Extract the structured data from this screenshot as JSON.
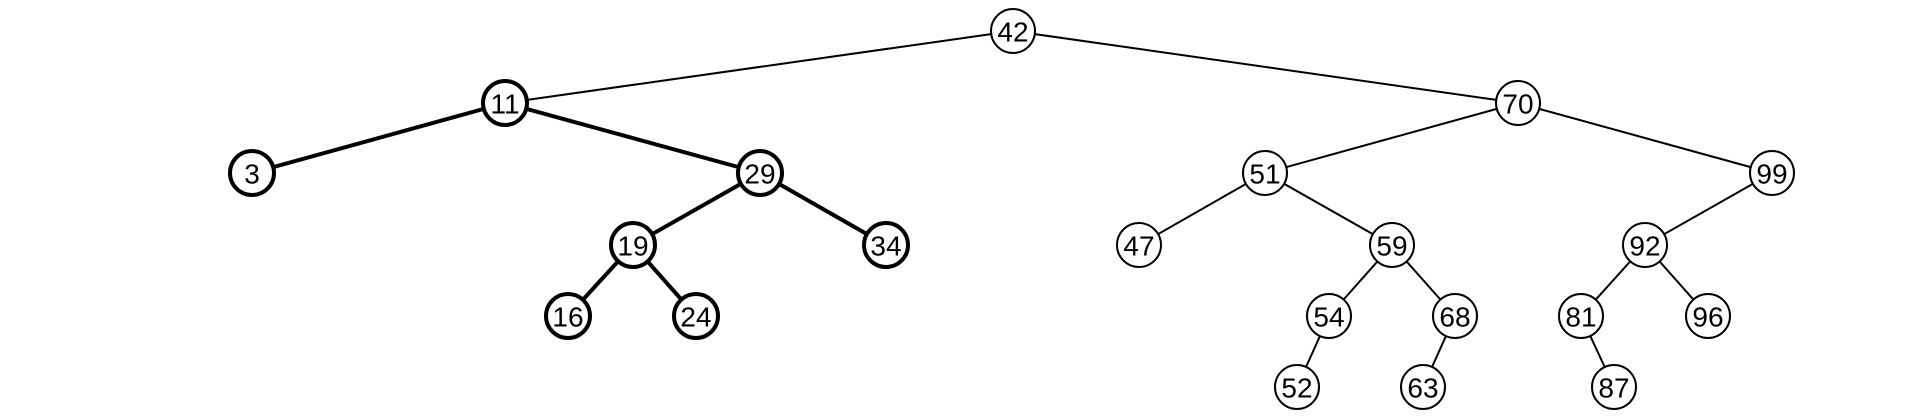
{
  "colors": {
    "default": "#000000",
    "highlight": "#1ec8f0",
    "background": "#ffffff"
  },
  "tree": {
    "root": "42",
    "highlighted_subtree_root": "11",
    "nodes": [
      {
        "id": "n42",
        "label": "42",
        "highlighted": false
      },
      {
        "id": "n11",
        "label": "11",
        "highlighted": true
      },
      {
        "id": "n70",
        "label": "70",
        "highlighted": false
      },
      {
        "id": "n3",
        "label": "3",
        "highlighted": true
      },
      {
        "id": "n29",
        "label": "29",
        "highlighted": true
      },
      {
        "id": "n19",
        "label": "19",
        "highlighted": true
      },
      {
        "id": "n34",
        "label": "34",
        "highlighted": true
      },
      {
        "id": "n16",
        "label": "16",
        "highlighted": true
      },
      {
        "id": "n24",
        "label": "24",
        "highlighted": true
      },
      {
        "id": "n51",
        "label": "51",
        "highlighted": false
      },
      {
        "id": "n99",
        "label": "99",
        "highlighted": false
      },
      {
        "id": "n47",
        "label": "47",
        "highlighted": false
      },
      {
        "id": "n59",
        "label": "59",
        "highlighted": false
      },
      {
        "id": "n92",
        "label": "92",
        "highlighted": false
      },
      {
        "id": "n54",
        "label": "54",
        "highlighted": false
      },
      {
        "id": "n68",
        "label": "68",
        "highlighted": false
      },
      {
        "id": "n81",
        "label": "81",
        "highlighted": false
      },
      {
        "id": "n96",
        "label": "96",
        "highlighted": false
      },
      {
        "id": "n52",
        "label": "52",
        "highlighted": false
      },
      {
        "id": "n63",
        "label": "63",
        "highlighted": false
      },
      {
        "id": "n87",
        "label": "87",
        "highlighted": false
      }
    ],
    "edges": [
      {
        "from": "n42",
        "to": "n11",
        "highlighted": false
      },
      {
        "from": "n42",
        "to": "n70",
        "highlighted": false
      },
      {
        "from": "n11",
        "to": "n3",
        "highlighted": true
      },
      {
        "from": "n11",
        "to": "n29",
        "highlighted": true
      },
      {
        "from": "n29",
        "to": "n19",
        "highlighted": true
      },
      {
        "from": "n29",
        "to": "n34",
        "highlighted": true
      },
      {
        "from": "n19",
        "to": "n16",
        "highlighted": true
      },
      {
        "from": "n19",
        "to": "n24",
        "highlighted": true
      },
      {
        "from": "n70",
        "to": "n51",
        "highlighted": false
      },
      {
        "from": "n70",
        "to": "n99",
        "highlighted": false
      },
      {
        "from": "n51",
        "to": "n47",
        "highlighted": false
      },
      {
        "from": "n51",
        "to": "n59",
        "highlighted": false
      },
      {
        "from": "n59",
        "to": "n54",
        "highlighted": false
      },
      {
        "from": "n59",
        "to": "n68",
        "highlighted": false
      },
      {
        "from": "n54",
        "to": "n52",
        "highlighted": false
      },
      {
        "from": "n68",
        "to": "n63",
        "highlighted": false
      },
      {
        "from": "n99",
        "to": "n92",
        "highlighted": false
      },
      {
        "from": "n92",
        "to": "n81",
        "highlighted": false
      },
      {
        "from": "n92",
        "to": "n96",
        "highlighted": false
      },
      {
        "from": "n81",
        "to": "n87",
        "highlighted": false
      }
    ]
  }
}
